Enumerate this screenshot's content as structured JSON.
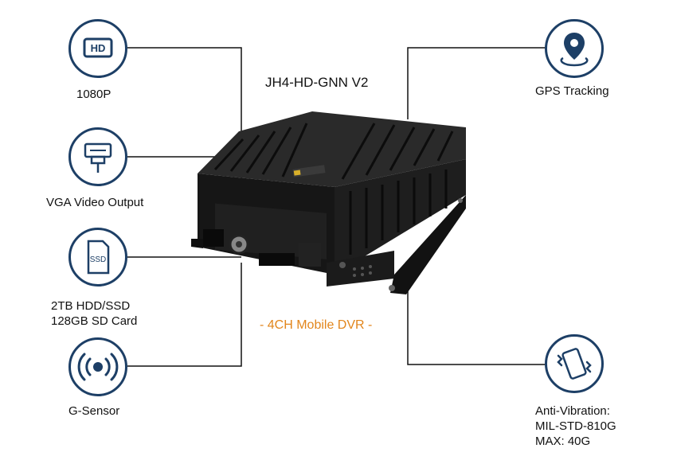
{
  "product": {
    "model": "JH4-HD-GNN V2",
    "subtitle": "- 4CH Mobile DVR -"
  },
  "features": {
    "hd": {
      "label": "1080P",
      "icon": "hd-icon"
    },
    "vga": {
      "label": "VGA Video Output",
      "icon": "vga-connector-icon"
    },
    "storage": {
      "line1": "2TB HDD/SSD",
      "line2": "128GB SD Card",
      "icon": "ssd-card-icon",
      "icon_text": "SSD"
    },
    "gsensor": {
      "label": "G-Sensor",
      "icon": "signal-waves-icon"
    },
    "gps": {
      "label": "GPS Tracking",
      "icon": "location-pin-icon"
    },
    "vibration": {
      "line1": "Anti-Vibration:",
      "line2": "MIL-STD-810G",
      "line3": "MAX: 40G",
      "icon": "vibrating-phone-icon"
    }
  },
  "colors": {
    "icon_border": "#1d3f66",
    "accent": "#e2861c",
    "device_body": "#1a1a1a"
  }
}
